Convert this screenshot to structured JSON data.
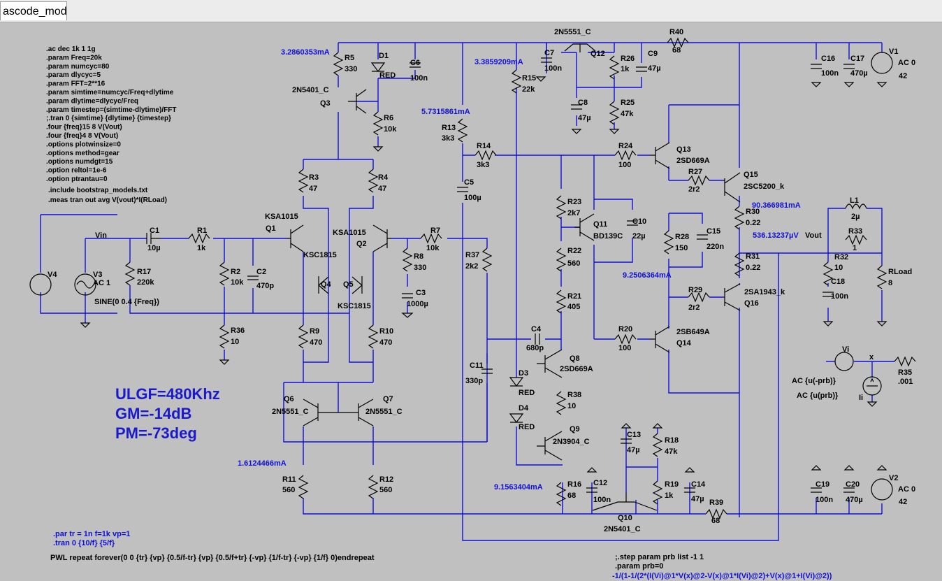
{
  "window": {
    "tab_title": "ascode_mod"
  },
  "directives": [
    ".ac dec 1k 1 1g",
    ".param Freq=20k",
    ".param numcyc=80",
    ".param dlycyc=5",
    ".param FFT=2**16",
    ".param simtime=numcyc/Freq+dlytime",
    ".param dlytime=dlycyc/Freq",
    ".param timestep=(simtime-dlytime)/FFT",
    ";.tran 0 {simtime} {dlytime} {timestep}",
    ".four {freq}15 8 V(Vout)",
    ".four {freq}4 8 V(Vout)",
    ".options plotwinsize=0",
    ".options method=gear",
    ".options numdgt=15",
    ".option reltol=1e-6",
    ".option ptrantau=0"
  ],
  "directives2": [
    ".include bootstrap_models.txt",
    ".meas tran out avg V(vout)*I(RLoad)"
  ],
  "stability": [
    "ULGF=480Khz",
    "GM=-14dB",
    "PM=-73deg"
  ],
  "bottom_left": [
    ".par tr = 1n f=1k vp=1",
    ".tran 0 {10/f} {5/f}"
  ],
  "pwl": "PWL repeat forever(0 0 {tr} {vp} {0.5/f-tr} {vp} {0.5/f+tr} {-vp} {1/f-tr} {-vp} {1/f} 0)endrepeat",
  "bottom_right": [
    ";.step param prb list -1 1",
    ".param prb=0"
  ],
  "bottom_formula": "-1/(1-1/(2*(I(Vi)@1*V(x)@2-V(x)@1*I(Vi)@2)+V(x)@1+I(Vi)@2))",
  "measurements": {
    "m1": "3.2860353mA",
    "m2": "3.3859209mA",
    "m3": "5.7315861mA",
    "m4": "90.366981mA",
    "m5": "536.13237µV",
    "m6": "9.2506364mA",
    "m7": "1.6124466mA",
    "m8": "9.1563404mA"
  },
  "labels": {
    "vin": "Vin",
    "vout": "Vout",
    "x": "x",
    "V4": "V4",
    "V3": "V3",
    "V3_val": "AC 1",
    "V3_sine": "SINE(0 0.4 {Freq})",
    "C1": "C1",
    "C1_val": "10µ",
    "R1": "R1",
    "R1_val": "1k",
    "R17": "R17",
    "R17_val": "220k",
    "R2": "R2",
    "R2_val": "10k",
    "C2": "C2",
    "C2_val": "470p",
    "R36": "R36",
    "R36_val": "10",
    "R5": "R5",
    "R5_val": "330",
    "D1": "D1",
    "D1_val": "RED",
    "C6": "C6",
    "C6_val": "100n",
    "Q3_model": "2N5401_C",
    "Q3": "Q3",
    "R6": "R6",
    "R6_val": "10k",
    "R3": "R3",
    "R3_val": "47",
    "R4": "R4",
    "R4_val": "47",
    "Q1_model": "KSA1015",
    "Q1": "Q1",
    "Q2_model": "KSA1015",
    "Q2": "Q2",
    "Q4_model": "KSC1815",
    "Q4": "Q4",
    "Q5": "Q5",
    "Q5_model": "KSC1815",
    "R7": "R7",
    "R7_val": "10k",
    "R8": "R8",
    "R8_val": "330",
    "C3": "C3",
    "C3_val": "1000µ",
    "R9": "R9",
    "R9_val": "470",
    "R10": "R10",
    "R10_val": "470",
    "Q6": "Q6",
    "Q6_model": "2N5551_C",
    "Q7": "Q7",
    "Q7_model": "2N5551_C",
    "R11": "R11",
    "R11_val": "560",
    "R12": "R12",
    "R12_val": "560",
    "R13": "R13",
    "R13_val": "3k3",
    "R14": "R14",
    "R14_val": "3k3",
    "C5": "C5",
    "C5_val": "100µ",
    "R37": "R37",
    "R37_val": "2k2",
    "C11": "C11",
    "C11_val": "330p",
    "R15": "R15",
    "R15_val": "22k",
    "C7": "C7",
    "C7_val": "100n",
    "Q12_model": "2N5551_C",
    "Q12": "Q12",
    "R26": "R26",
    "R26_val": "1k",
    "C9": "C9",
    "C9_val": "47µ",
    "C8": "C8",
    "C8_val": "47µ",
    "R25": "R25",
    "R25_val": "47k",
    "R40": "R40",
    "R40_val": "68",
    "R23": "R23",
    "R23_val": "2k7",
    "Q11": "Q11",
    "Q11_model": "BD139C",
    "C10": "C10",
    "C10_val": "22µ",
    "R22": "R22",
    "R22_val": "560",
    "R21": "R21",
    "R21_val": "405",
    "C4": "C4",
    "C4_val": "680p",
    "Q8": "Q8",
    "Q8_model": "2SD669A",
    "D3": "D3",
    "D3_val": "RED",
    "D4": "D4",
    "D4_val": "RED",
    "R38": "R38",
    "R38_val": "10",
    "Q9": "Q9",
    "Q9_model": "2N3904_C",
    "R16": "R16",
    "R16_val": "68",
    "C12": "C12",
    "C12_val": "100n",
    "Q10": "Q10",
    "Q10_model": "2N5401_C",
    "C13": "C13",
    "C13_val": "47µ",
    "R18": "R18",
    "R18_val": "47k",
    "R19": "R19",
    "R19_val": "1k",
    "C14": "C14",
    "C14_val": "47µ",
    "R39": "R39",
    "R39_val": "68",
    "R24": "R24",
    "R24_val": "100",
    "Q13": "Q13",
    "Q13_model": "2SD669A",
    "R27": "R27",
    "R27_val": "2r2",
    "Q15": "Q15",
    "Q15_model": "2SC5200_k",
    "R30": "R30",
    "R30_val": "0.22",
    "R28": "R28",
    "R28_val": "150",
    "C15": "C15",
    "C15_val": "220n",
    "R31": "R31",
    "R31_val": "0.22",
    "R29": "R29",
    "R29_val": "2r2",
    "Q16_model": "2SA1943_k",
    "Q16": "Q16",
    "R20": "R20",
    "R20_val": "100",
    "Q14_model": "2SB649A",
    "Q14": "Q14",
    "C16": "C16",
    "C16_val": "100n",
    "C17": "C17",
    "C17_val": "470µ",
    "V1": "V1",
    "V1_ac": "AC 0",
    "V1_val": "42",
    "C19": "C19",
    "C19_val": "100n",
    "C20": "C20",
    "C20_val": "470µ",
    "V2": "V2",
    "V2_ac": "AC 0",
    "V2_val": "42",
    "L1": "L1",
    "L1_val": "2µ",
    "R33": "R33",
    "R33_val": "1",
    "R32": "R32",
    "R32_val": "10",
    "C18": "C18",
    "C18_val": "100n",
    "RLoad": "RLoad",
    "RLoad_val": "8",
    "Vi": "Vi",
    "Vi_ac": "AC {u(-prb)}",
    "Ii": "Ii",
    "Ii_ac": "AC {u(prb)}",
    "R35": "R35",
    "R35_val": ".001"
  },
  "colors": {
    "background": "#c0c0c0",
    "wire": "#1010d8",
    "component": "#000000",
    "annotation": "#1a1acc"
  }
}
